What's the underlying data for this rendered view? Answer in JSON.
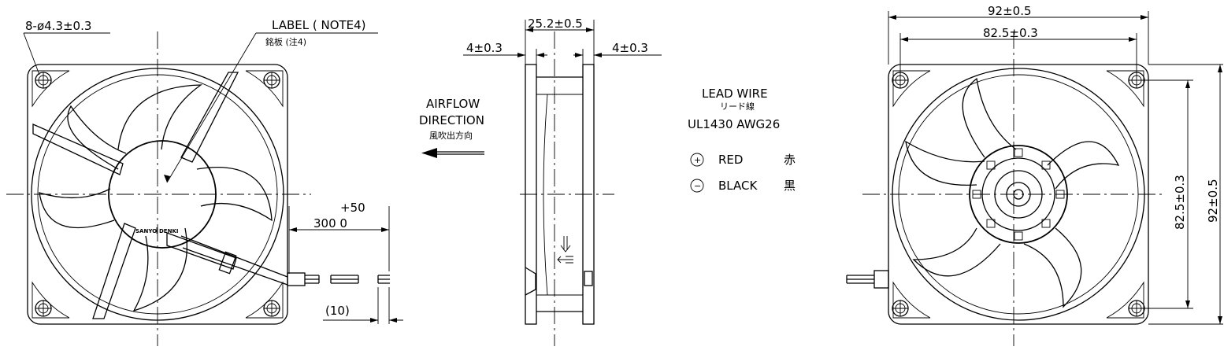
{
  "front_view": {
    "hole_callout": "8-ø4.3±0.3",
    "label_callout": "LABEL ( NOTE4)",
    "label_callout_jp": "銘板 (注4)",
    "hub_label_brand": "SANYO",
    "hub_label_brand2": "DENKI",
    "wire_length_tol": "+50",
    "wire_length": "300  0",
    "strip_length": "(10)"
  },
  "side_view": {
    "depth_dim": "25.2±0.5",
    "flange_left_dim": "4±0.3",
    "flange_right_dim": "4±0.3"
  },
  "airflow": {
    "line1": "AIRFLOW",
    "line2": "DIRECTION",
    "line3": "風吹出方向"
  },
  "lead_wire": {
    "title": "LEAD WIRE",
    "title_jp": "リード線",
    "spec": "UL1430  AWG26",
    "plus_symbol": "+",
    "plus_label": "RED",
    "plus_label_jp": "赤",
    "minus_symbol": "−",
    "minus_label": "BLACK",
    "minus_label_jp": "黒"
  },
  "rear_view": {
    "overall_width": "92±0.5",
    "hole_pitch_width": "82.5±0.3",
    "hole_pitch_height": "82.5±0.3",
    "overall_height": "92±0.5"
  }
}
